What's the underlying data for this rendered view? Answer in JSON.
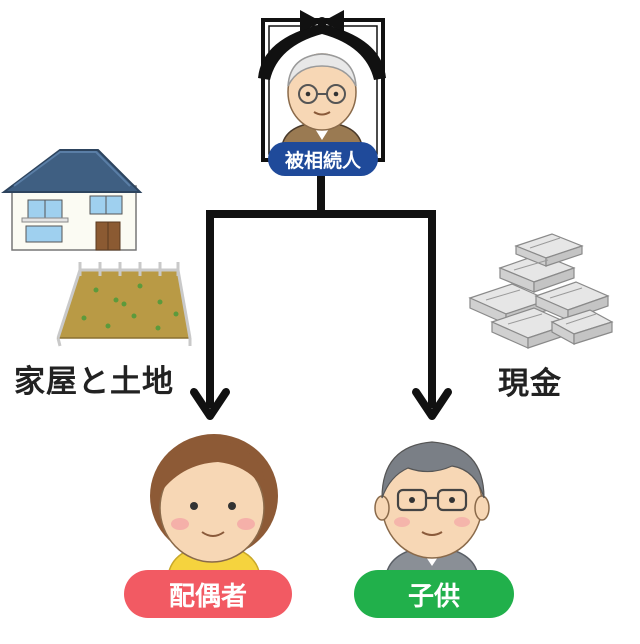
{
  "decedent": {
    "label": "被相続人"
  },
  "assets": {
    "property_label": "家屋と土地",
    "cash_label": "現金"
  },
  "heirs": {
    "spouse_label": "配偶者",
    "child_label": "子供"
  },
  "colors": {
    "decedent_pill": "#1f4a9a",
    "spouse_pill": "#f25a63",
    "child_pill": "#21b04b",
    "arrow": "#111111",
    "house_roof": "#3f5f82",
    "land": "#b99a45"
  },
  "icons": {
    "memorial_portrait": "memorial-portrait-icon",
    "house": "house-icon",
    "land": "fenced-land-icon",
    "cash": "cash-stack-icon",
    "spouse": "woman-face-icon",
    "child": "man-face-icon"
  }
}
